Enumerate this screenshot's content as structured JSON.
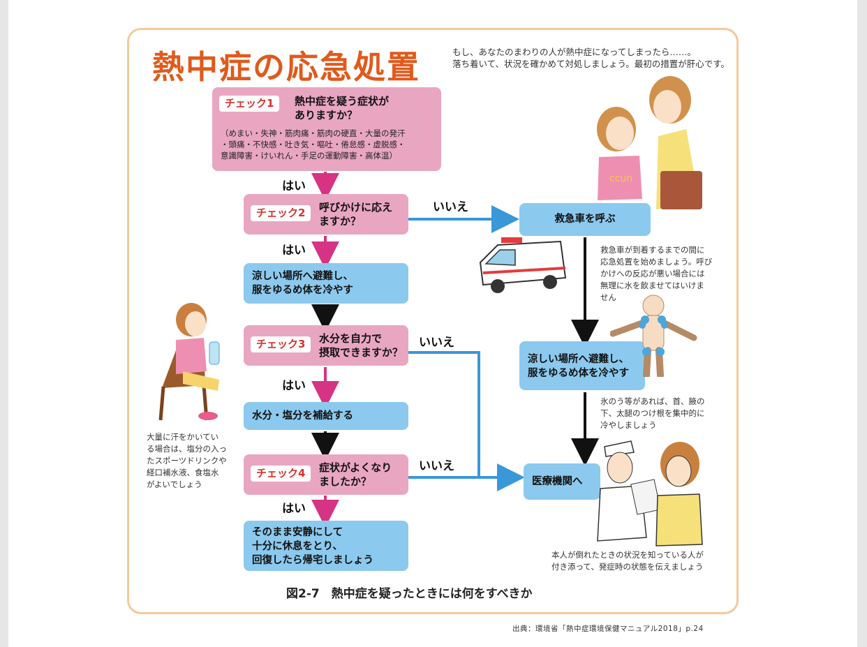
{
  "title": "熱中症の応急処置",
  "intro": [
    "もし、あなたのまわりの人が熱中症になってしまったら……。",
    "落ち着いて、状況を確かめて対処しましょう。最初の措置が肝心です。"
  ],
  "check1": {
    "tag": "チェック1",
    "question": [
      "熱中症を疑う症状が",
      "ありますか？"
    ],
    "detail": [
      "（めまい・失神・筋肉痛・筋肉の硬直・大量の発汗",
      "・頭痛・不快感・吐き気・嘔吐・倦怠感・虚脱感・",
      "意識障害・けいれん・手足の運動障害・高体温）"
    ]
  },
  "check2": {
    "tag": "チェック2",
    "question": [
      "呼びかけに応え",
      "ますか？"
    ]
  },
  "check3": {
    "tag": "チェック3",
    "question": [
      "水分を自力で",
      "摂取できますか？"
    ]
  },
  "check4": {
    "tag": "チェック4",
    "question": [
      "症状がよくなり",
      "ましたか？"
    ]
  },
  "action_cool_left": [
    "涼しい場所へ避難し、",
    "服をゆるめ体を冷やす"
  ],
  "action_hydrate": "水分・塩分を補給する",
  "action_rest": [
    "そのまま安静にして",
    "十分に休息をとり、",
    "回復したら帰宅しましょう"
  ],
  "action_ambulance": "救急車を呼ぶ",
  "action_cool_right": [
    "涼しい場所へ避難し、",
    "服をゆるめ体を冷やす"
  ],
  "action_hospital": "医療機関へ",
  "labels": {
    "yes": "はい",
    "no": "いいえ"
  },
  "notes": {
    "ambulance": [
      "救急車が到着するまでの間に",
      "応急処置を始めましょう。呼び",
      "かけへの反応が悪い場合には",
      "無理に水を飲ませてはいけま",
      "せん"
    ],
    "ice": [
      "氷のう等があれば、首、腋の",
      "下、太腿のつけ根を集中的に",
      "冷やしましょう"
    ],
    "hospital": [
      "本人が倒れたときの状況を知っている人が",
      "付き添って、発症時の状態を伝えましょう"
    ],
    "sweat": [
      "大量に汗をかいてい",
      "る場合は、塩分の入っ",
      "たスポーツドリンクや",
      "経口補水液、食塩水",
      "がよいでしょう"
    ]
  },
  "illustration_text": {
    "shirt": "ccun"
  },
  "caption": "図2-7　熱中症を疑ったときには何をすべきか",
  "source": "出典：環境省「熱中症環境保健マニュアル2018」p.24",
  "colors": {
    "title": "#e05a1c",
    "pink_box": "#e9a6c1",
    "blue_box": "#8cc9ee",
    "yes_arrow": "#d63384",
    "no_arrow": "#3a97d8",
    "frame": "#f4c99a"
  }
}
